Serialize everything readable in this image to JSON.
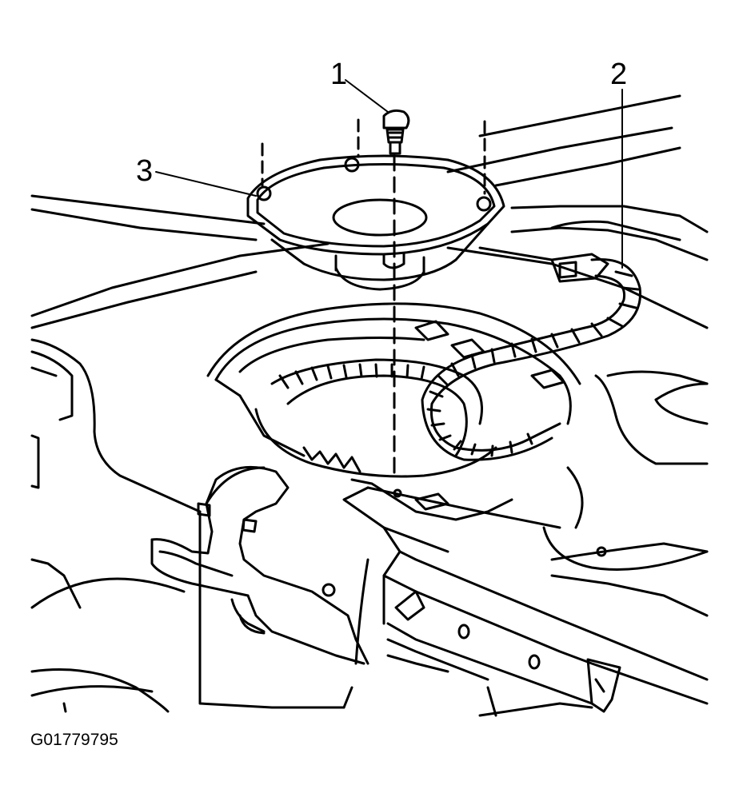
{
  "callouts": {
    "c1": "1",
    "c2": "2",
    "c3": "3"
  },
  "figure_id": "G01779795",
  "colors": {
    "line": "#000000",
    "background": "#ffffff"
  }
}
